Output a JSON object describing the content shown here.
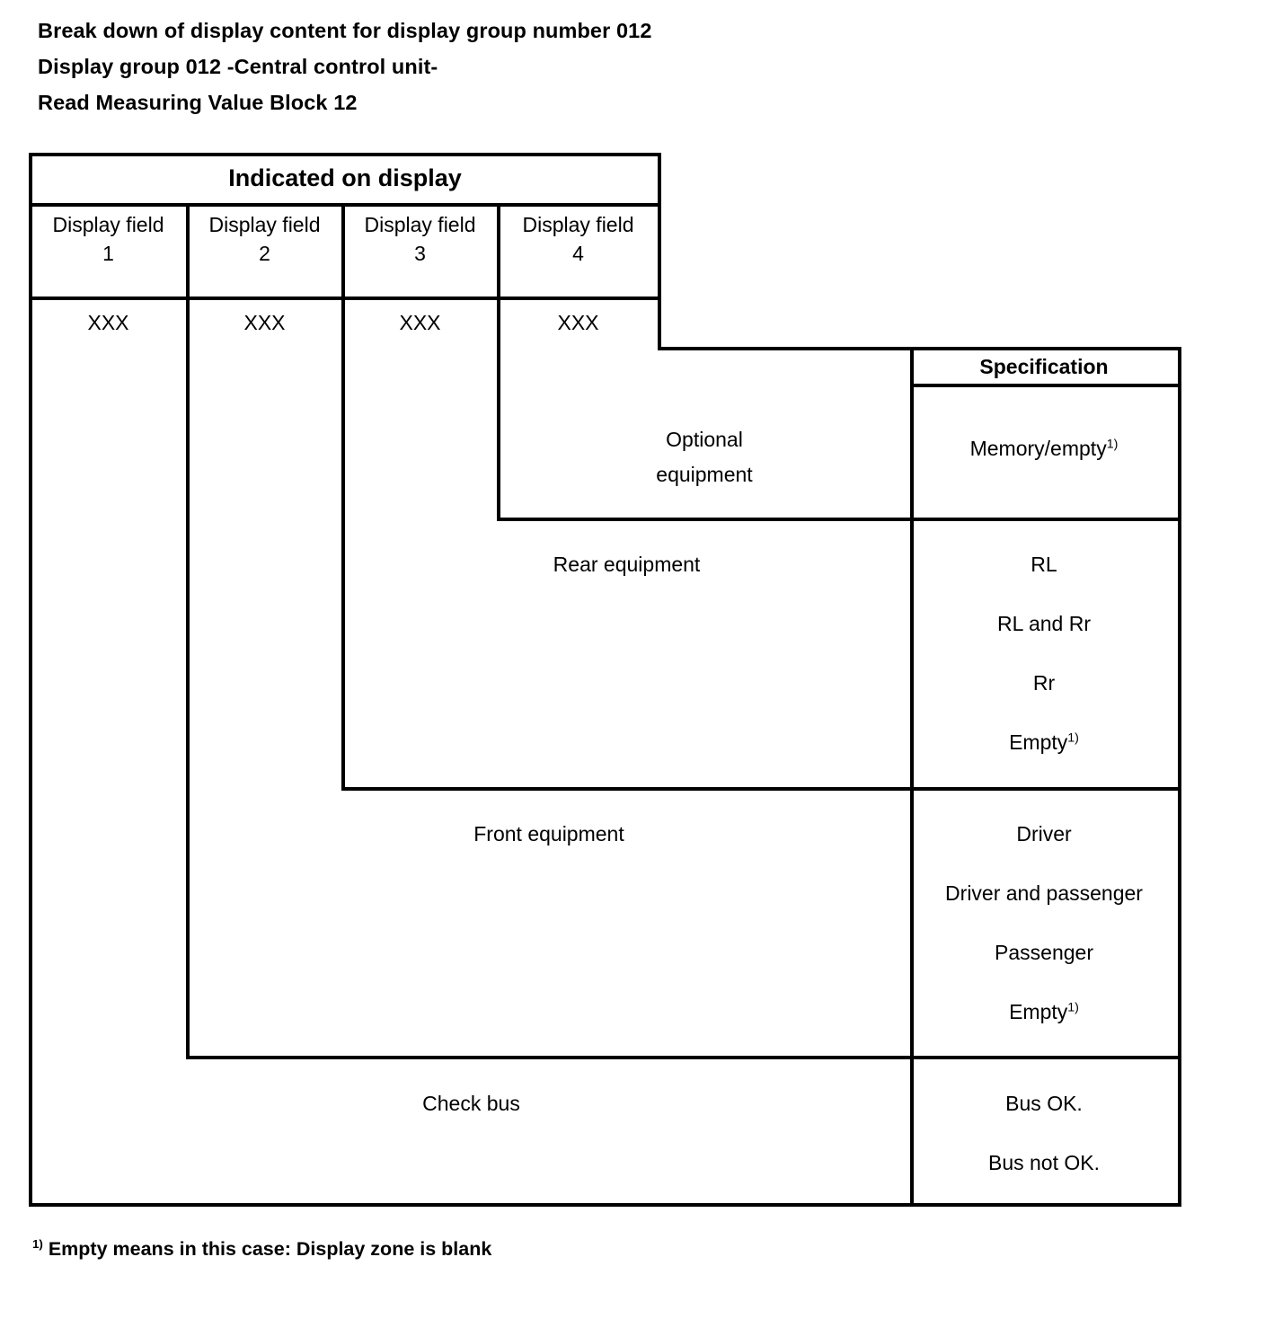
{
  "title": {
    "line1": "Break down of display content for display group number 012",
    "line2": "Display group 012 -Central control unit-",
    "line3": "Read Measuring Value Block 12"
  },
  "table": {
    "group_header": "Indicated on display",
    "spec_header": "Specification",
    "display_fields": [
      {
        "label": "Display field",
        "number": "1",
        "value": "XXX"
      },
      {
        "label": "Display field",
        "number": "2",
        "value": "XXX"
      },
      {
        "label": "Display field",
        "number": "3",
        "value": "XXX"
      },
      {
        "label": "Display field",
        "number": "4",
        "value": "XXX"
      }
    ],
    "rows": [
      {
        "name": "optional-equipment",
        "label_line1": "Optional",
        "label_line2": "equipment",
        "specs": [
          {
            "text": "Memory/empty",
            "footnote": "1)"
          }
        ]
      },
      {
        "name": "rear-equipment",
        "label_line1": "Rear equipment",
        "label_line2": "",
        "specs": [
          {
            "text": "RL",
            "footnote": ""
          },
          {
            "text": "RL and Rr",
            "footnote": ""
          },
          {
            "text": "Rr",
            "footnote": ""
          },
          {
            "text": "Empty",
            "footnote": "1)"
          }
        ]
      },
      {
        "name": "front-equipment",
        "label_line1": "Front equipment",
        "label_line2": "",
        "specs": [
          {
            "text": "Driver",
            "footnote": ""
          },
          {
            "text": "Driver and passenger",
            "footnote": ""
          },
          {
            "text": "Passenger",
            "footnote": ""
          },
          {
            "text": "Empty",
            "footnote": "1)"
          }
        ]
      },
      {
        "name": "check-bus",
        "label_line1": "Check bus",
        "label_line2": "",
        "specs": [
          {
            "text": "Bus OK.",
            "footnote": ""
          },
          {
            "text": "Bus not OK.",
            "footnote": ""
          }
        ]
      }
    ]
  },
  "footnote": {
    "marker": "1)",
    "text": "Empty means in this case: Display zone is blank"
  }
}
